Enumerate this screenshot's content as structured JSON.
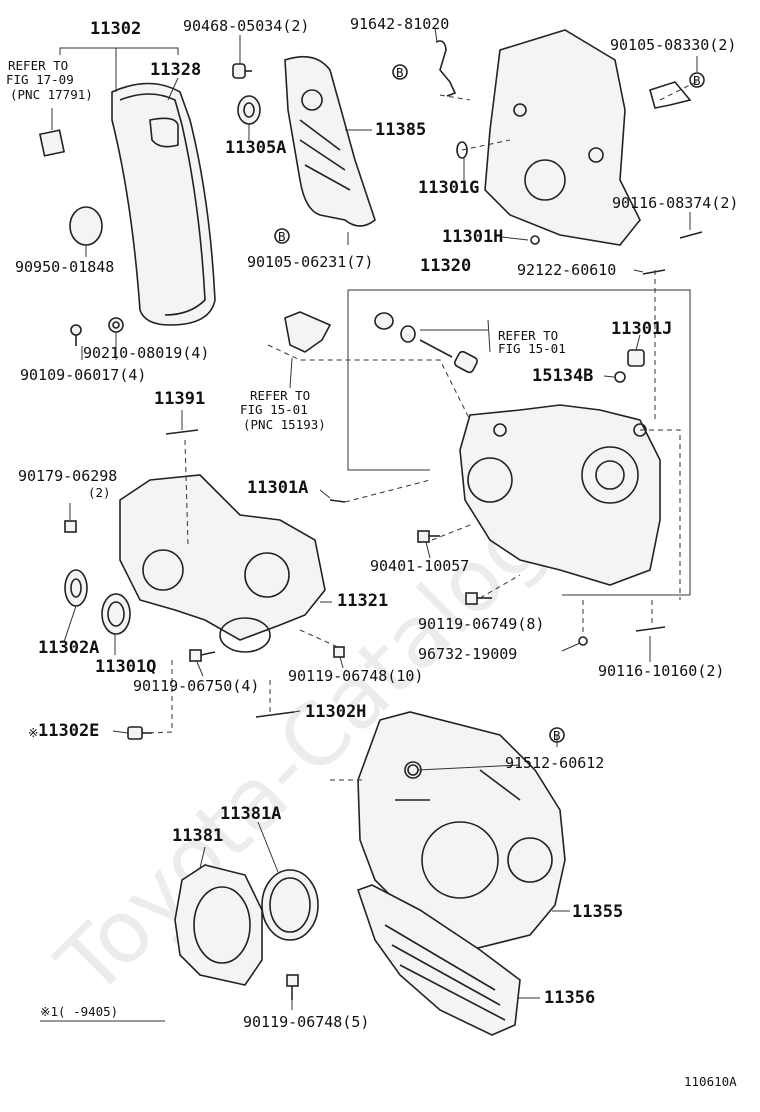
{
  "watermark": "Toyota-Catalog.ru",
  "figure_id": "110610A",
  "footnote": "※1(    -9405)",
  "notes": {
    "refer_17_09": [
      "REFER TO",
      "FIG 17-09",
      "(PNC 17791)"
    ],
    "refer_15_01_a": [
      "REFER TO",
      "FIG 15-01"
    ],
    "refer_15_01_b": [
      "REFER TO",
      "FIG 15-01",
      "(PNC 15193)"
    ]
  },
  "labels": {
    "p11302": "11302",
    "p11328": "11328",
    "p90468": "90468-05034(2)",
    "p91642": "91642-81020",
    "p90105_08330": "90105-08330(2)",
    "p11305A": "11305A",
    "p11385": "11385",
    "p11301G": "11301G",
    "p90116_08374": "90116-08374(2)",
    "p11301H": "11301H",
    "p90950": "90950-01848",
    "p90105_06231": "90105-06231(7)",
    "p11320": "11320",
    "p92122": "92122-60610",
    "p11301J": "11301J",
    "p90210": "90210-08019(4)",
    "p90109": "90109-06017(4)",
    "p15134B": "15134B",
    "p11391": "11391",
    "p90179": "90179-06298",
    "p90179_qty": "(2)",
    "p11301A": "11301A",
    "p90401": "90401-10057",
    "p11321": "11321",
    "p11302A": "11302A",
    "p11301Q": "11301Q",
    "p90119_06749": "90119-06749(8)",
    "p96732": "96732-19009",
    "p90116_10160": "90116-10160(2)",
    "p90119_06750": "90119-06750(4)",
    "p90119_06748_10": "90119-06748(10)",
    "p11302E": "11302E",
    "p11302H": "11302H",
    "p91512": "91512-60612",
    "p11381A": "11381A",
    "p11381": "11381",
    "p11355": "11355",
    "p11356": "11356",
    "p90119_06748_5": "90119-06748(5)"
  },
  "markers": {
    "b": "B",
    "star": "※"
  }
}
